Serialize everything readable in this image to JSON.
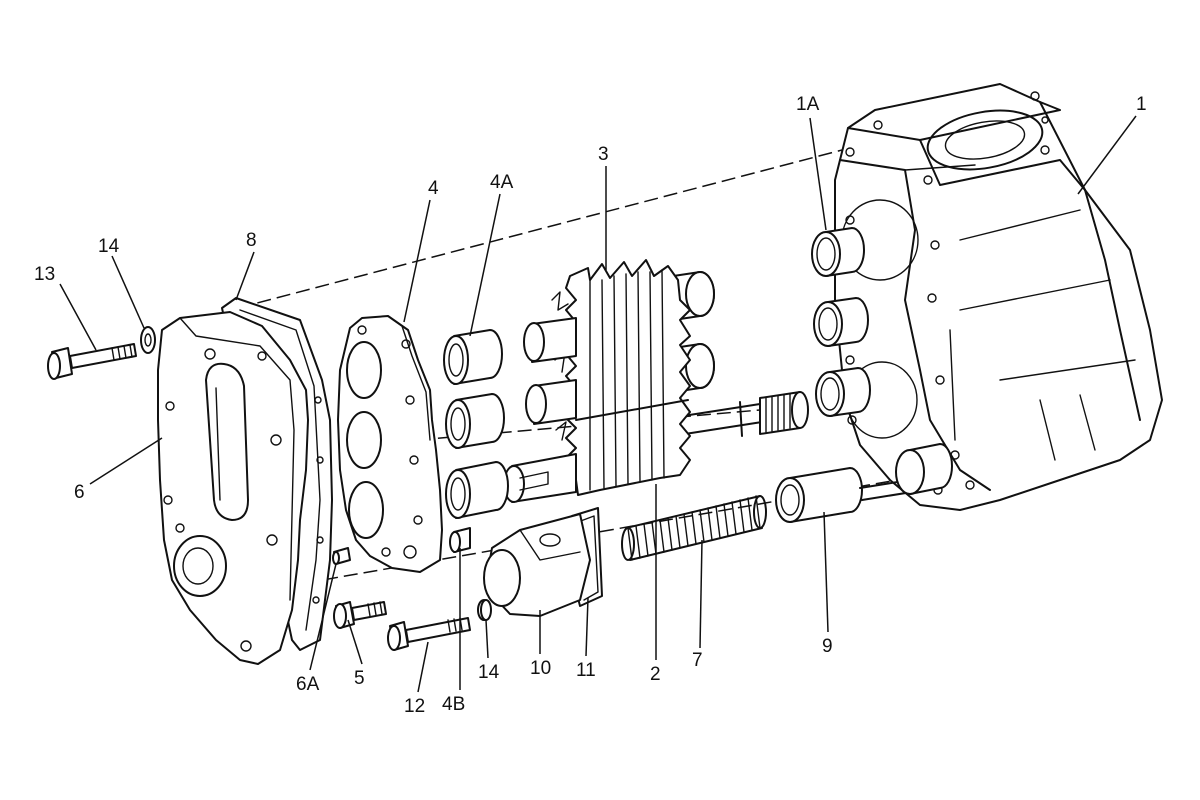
{
  "callouts": [
    {
      "id": "1",
      "text": "1"
    },
    {
      "id": "1A",
      "text": "1A"
    },
    {
      "id": "2",
      "text": "2"
    },
    {
      "id": "3",
      "text": "3"
    },
    {
      "id": "4",
      "text": "4"
    },
    {
      "id": "4A",
      "text": "4A"
    },
    {
      "id": "4B",
      "text": "4B"
    },
    {
      "id": "5",
      "text": "5"
    },
    {
      "id": "6",
      "text": "6"
    },
    {
      "id": "6A",
      "text": "6A"
    },
    {
      "id": "7",
      "text": "7"
    },
    {
      "id": "8",
      "text": "8"
    },
    {
      "id": "9",
      "text": "9"
    },
    {
      "id": "10",
      "text": "10"
    },
    {
      "id": "11",
      "text": "11"
    },
    {
      "id": "12",
      "text": "12"
    },
    {
      "id": "13",
      "text": "13"
    },
    {
      "id": "14a",
      "text": "14"
    },
    {
      "id": "14b",
      "text": "14"
    }
  ]
}
